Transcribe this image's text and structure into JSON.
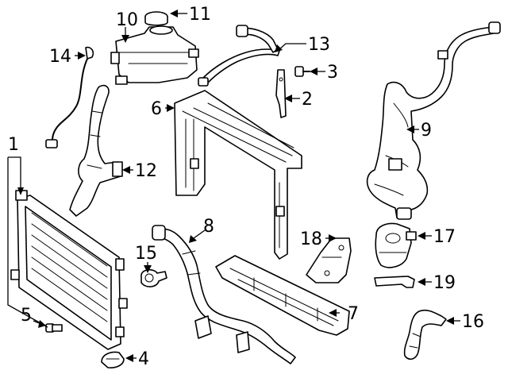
{
  "colors": {
    "line": "#000000",
    "background": "#ffffff"
  },
  "callouts": {
    "c1": "1",
    "c2": "2",
    "c3": "3",
    "c4": "4",
    "c5": "5",
    "c6": "6",
    "c7": "7",
    "c8": "8",
    "c9": "9",
    "c10": "10",
    "c11": "11",
    "c12": "12",
    "c13": "13",
    "c14": "14",
    "c15": "15",
    "c16": "16",
    "c17": "17",
    "c18": "18",
    "c19": "19"
  }
}
